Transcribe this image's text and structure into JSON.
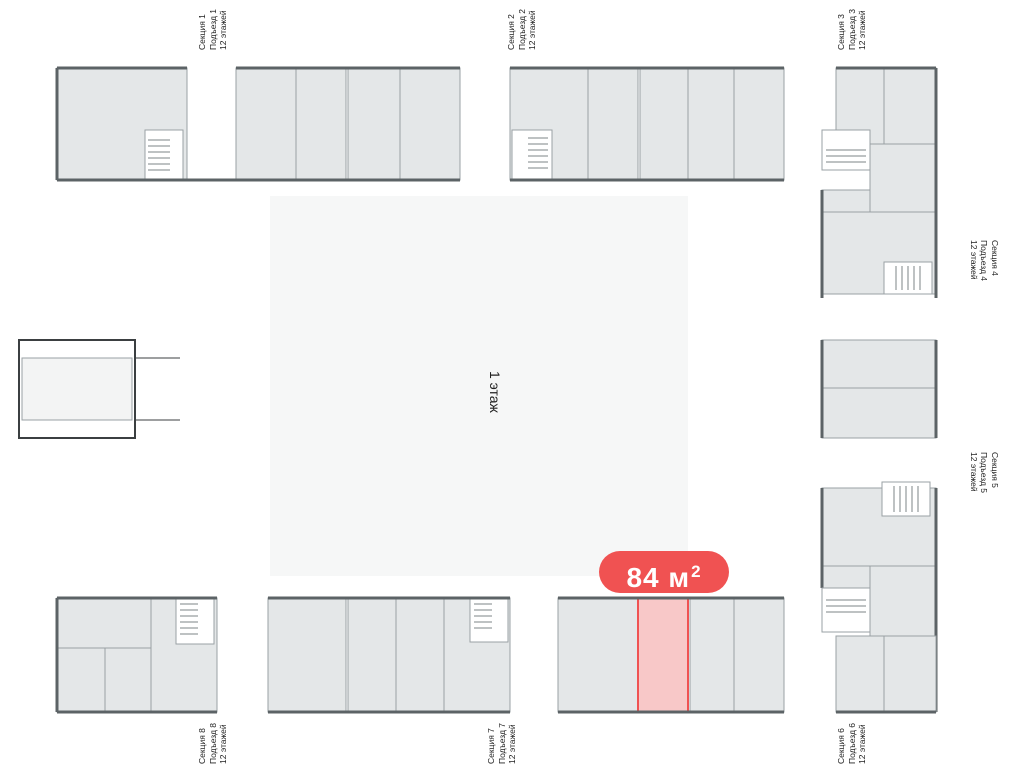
{
  "floor": {
    "label": "1 этаж"
  },
  "highlight": {
    "area_value": "84 м",
    "area_unit_sup": "2",
    "color": "#f05252",
    "fill": "#f8c8c8"
  },
  "colors": {
    "unit_fill": "#e4e7e8",
    "outer_wall": "#5c6366",
    "background": "#ffffff"
  },
  "sections": [
    {
      "id": 1,
      "line1": "Секция 1",
      "line2": "Подъезд 1",
      "line3": "12 этажей"
    },
    {
      "id": 2,
      "line1": "Секция 2",
      "line2": "Подъезд 2",
      "line3": "12 этажей"
    },
    {
      "id": 3,
      "line1": "Секция 3",
      "line2": "Подъезд 3",
      "line3": "12 этажей"
    },
    {
      "id": 4,
      "line1": "Секция 4",
      "line2": "Подъезд 4",
      "line3": "12 этажей"
    },
    {
      "id": 5,
      "line1": "Секция 5",
      "line2": "Подъезд 5",
      "line3": "12 этажей"
    },
    {
      "id": 6,
      "line1": "Секция 6",
      "line2": "Подъезд 6",
      "line3": "12 этажей"
    },
    {
      "id": 7,
      "line1": "Секция 7",
      "line2": "Подъезд 7",
      "line3": "12 этажей"
    },
    {
      "id": 8,
      "line1": "Секция 8",
      "line2": "Подъезд 8",
      "line3": "12 этажей"
    }
  ]
}
